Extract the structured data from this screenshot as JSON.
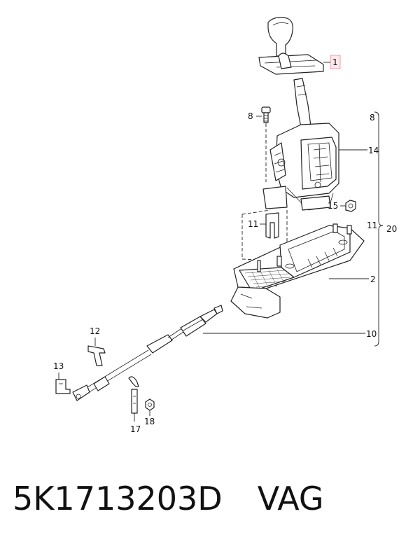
{
  "diagram": {
    "callouts": {
      "p1": "1",
      "p2": "2",
      "p8a": "8",
      "p8b": "8",
      "p10": "10",
      "p11a": "11",
      "p11b": "11",
      "p12": "12",
      "p13": "13",
      "p14": "14",
      "p15": "15",
      "p17": "17",
      "p18": "18",
      "p20": "20"
    },
    "colors": {
      "highlight_box": "#e8a0a8",
      "highlight_fill": "#fde8ea"
    }
  },
  "footer": {
    "part_number": "5K1713203D",
    "brand": "VAG"
  }
}
